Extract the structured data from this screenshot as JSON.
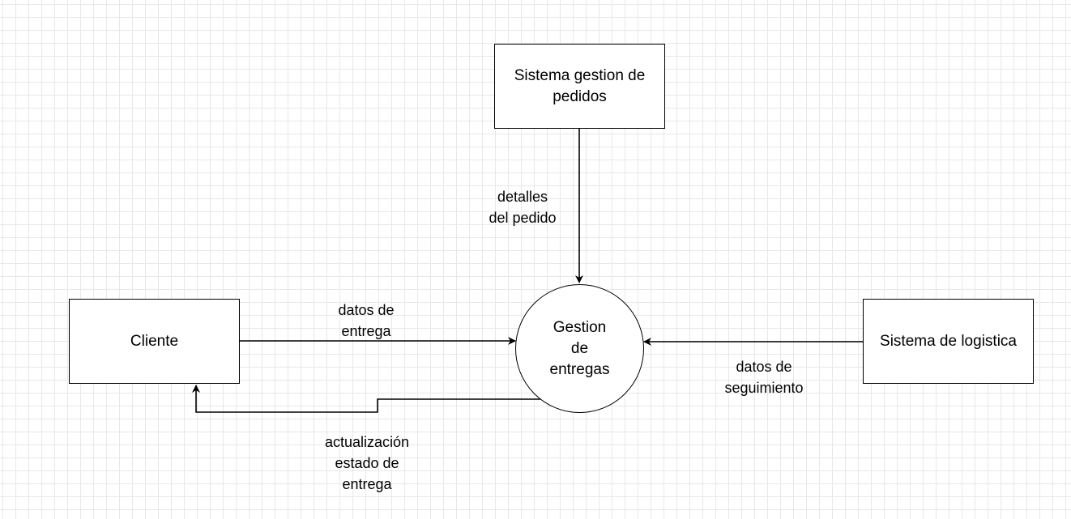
{
  "diagram": {
    "nodes": {
      "pedidos": {
        "label": "Sistema gestion de\npedidos"
      },
      "cliente": {
        "label": "Cliente"
      },
      "proceso": {
        "label": "Gestion\nde\nentregas"
      },
      "logistica": {
        "label": "Sistema de logistica"
      }
    },
    "flows": {
      "detalles": {
        "label": "detalles\ndel pedido"
      },
      "datos_entrega": {
        "label": "datos de\nentrega"
      },
      "datos_seguimiento": {
        "label": "datos de\nseguimiento"
      },
      "actualizacion": {
        "label": "actualización\nestado de\nentrega"
      }
    }
  },
  "colors": {
    "stroke": "#000000",
    "grid": "#e8e8e8",
    "background": "#ffffff"
  }
}
